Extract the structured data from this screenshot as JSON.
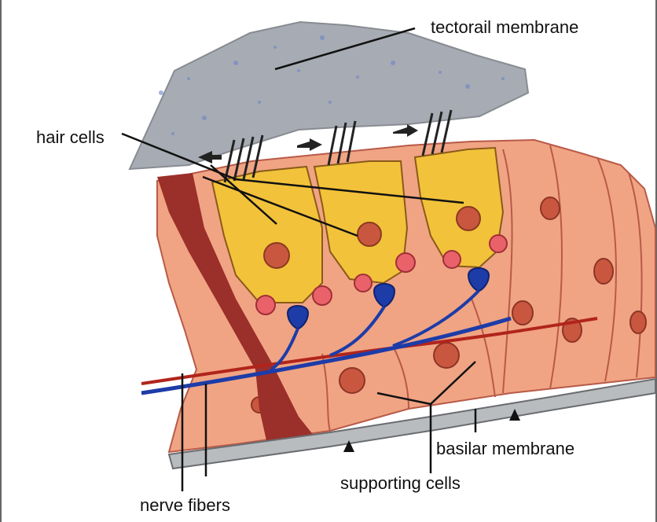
{
  "labels": {
    "tectorial": "tectorail membrane",
    "hair_cells": "hair cells",
    "basilar": "basilar membrane",
    "supporting": "supporting cells",
    "nerve": "nerve fibers"
  },
  "colors": {
    "tectorial": "#a7abb3",
    "tectorial_speckle": "#6c84c8",
    "tissue": "#f0a483",
    "tissue_dark": "#c2584b",
    "pillar": "#9b2f2a",
    "hair_cell": "#f2c23a",
    "hair_cell_outline": "#8a5a1a",
    "nucleus": "#c9573f",
    "nerve_blue": "#1d3ca8",
    "nerve_red": "#b1241c",
    "basilar": "#b9bcbf"
  }
}
